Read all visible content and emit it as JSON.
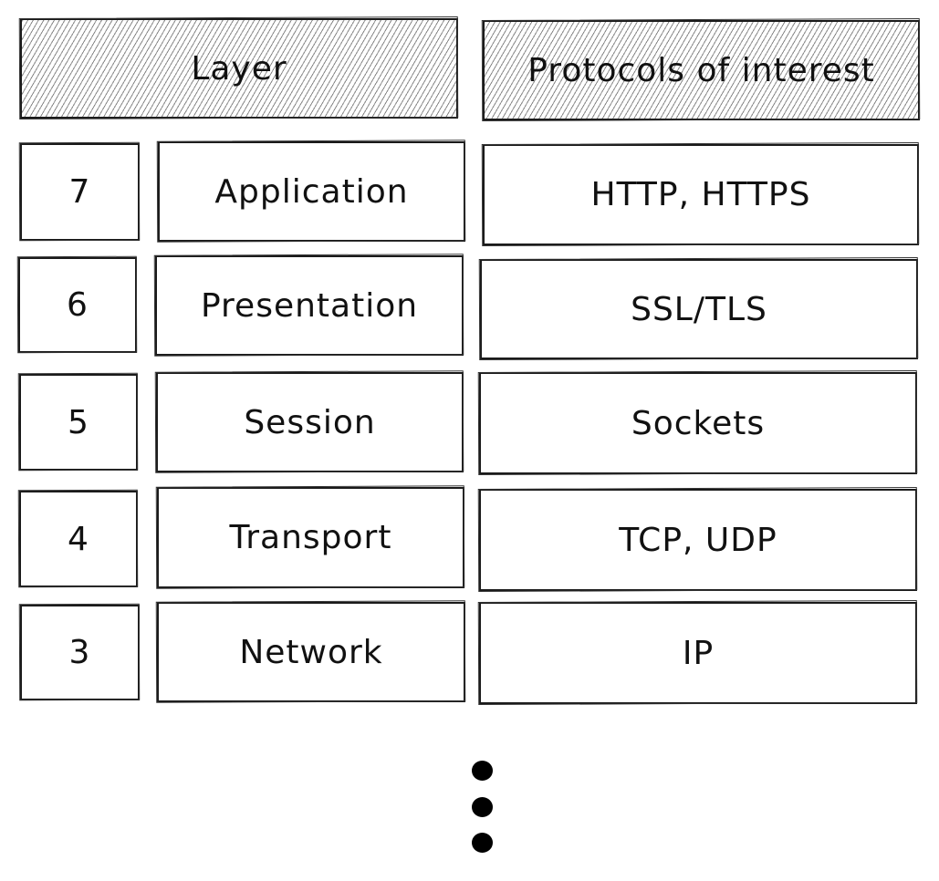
{
  "header": {
    "layer_label": "Layer",
    "protocols_label": "Protocols of interest"
  },
  "rows": [
    {
      "number": "7",
      "layer": "Application",
      "protocols": "HTTP, HTTPS"
    },
    {
      "number": "6",
      "layer": "Presentation",
      "protocols": "SSL/TLS"
    },
    {
      "number": "5",
      "layer": "Session",
      "protocols": "Sockets"
    },
    {
      "number": "4",
      "layer": "Transport",
      "protocols": "TCP, UDP"
    },
    {
      "number": "3",
      "layer": "Network",
      "protocols": "IP"
    }
  ],
  "continuation": {
    "icon": "vertical-ellipsis-icon",
    "dot_count": 3
  },
  "colors": {
    "stroke": "#1a1a1a",
    "hatch": "#8a8a8a",
    "background": "#ffffff"
  }
}
